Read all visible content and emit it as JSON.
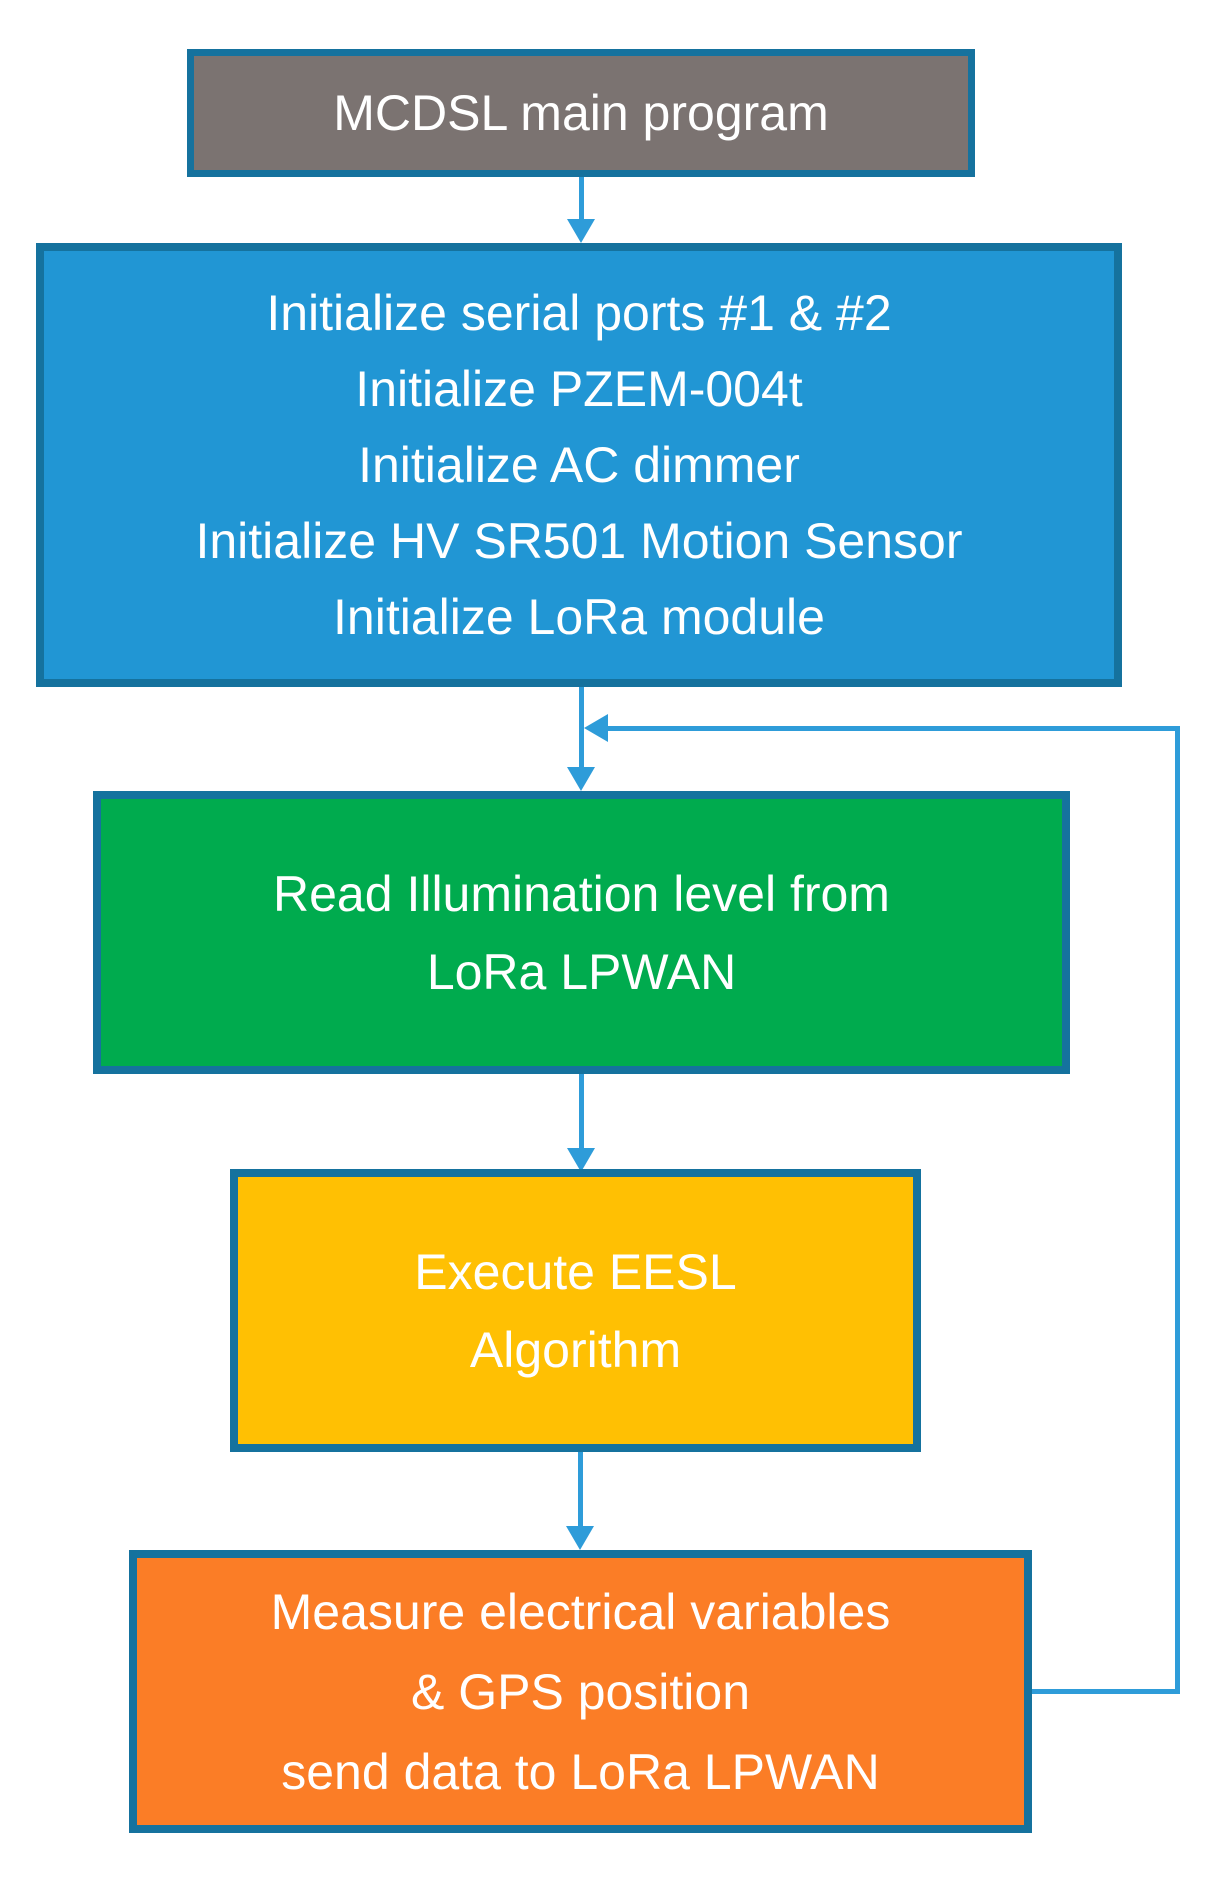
{
  "flowchart": {
    "title_box": {
      "label": "MCDSL main program"
    },
    "init_box": {
      "lines": [
        "Initialize serial ports #1 & #2",
        "Initialize PZEM-004t",
        "Initialize AC dimmer",
        "Initialize HV SR501 Motion Sensor",
        "Initialize LoRa module"
      ]
    },
    "read_box": {
      "lines": [
        "Read Illumination level from",
        "LoRa LPWAN"
      ]
    },
    "execute_box": {
      "lines": [
        "Execute EESL",
        "Algorithm"
      ]
    },
    "measure_box": {
      "lines": [
        "Measure electrical variables",
        "& GPS position",
        "send data to LoRa LPWAN"
      ]
    },
    "colors": {
      "title_fill": "#7B7371",
      "init_fill": "#2196D4",
      "read_fill": "#00AB4E",
      "execute_fill": "#FFC003",
      "measure_fill": "#FB7D26",
      "box_border": "#15729E",
      "arrow": "#2E9CD9",
      "text": "#FFFFFF"
    }
  }
}
